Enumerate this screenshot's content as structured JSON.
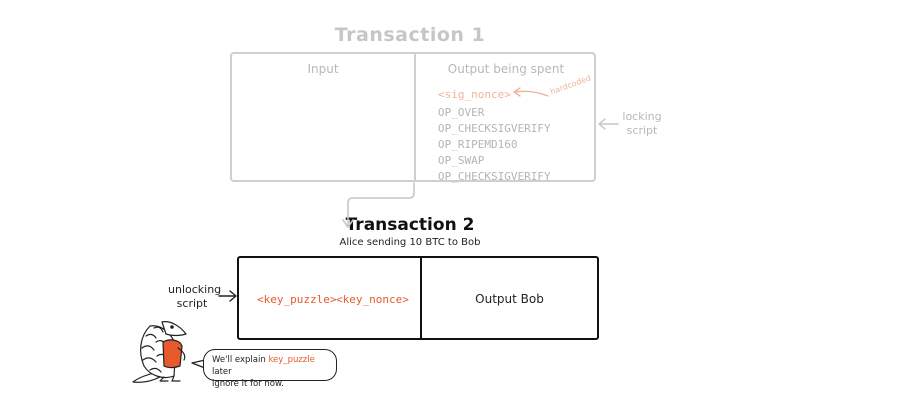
{
  "transaction_1": {
    "title": "Transaction 1",
    "input_header": "Input",
    "output_header": "Output being spent",
    "locking_script": [
      "<sig_nonce>",
      "OP_OVER",
      "OP_CHECKSIGVERIFY",
      "OP_RIPEMD160",
      "OP_SWAP",
      "OP_CHECKSIGVERIFY"
    ],
    "hardcoded_note": "hardcoded",
    "locking_label_1": "locking",
    "locking_label_2": "script"
  },
  "transaction_2": {
    "title": "Transaction 2",
    "subtitle": "Alice sending 10 BTC to Bob",
    "unlocking_items": [
      "<key_puzzle>",
      "<key_nonce>"
    ],
    "output": "Output Bob",
    "unlocking_label_1": "unlocking",
    "unlocking_label_2": "script"
  },
  "speech_bubble": {
    "prefix": "We'll explain ",
    "highlight": "key_puzzle",
    "suffix": " later",
    "line2": "ignore it for now."
  },
  "colors": {
    "faded": "#c6c6c6",
    "accent": "#e8592c",
    "faded_accent": "#f0b49c",
    "ink": "#111111"
  }
}
